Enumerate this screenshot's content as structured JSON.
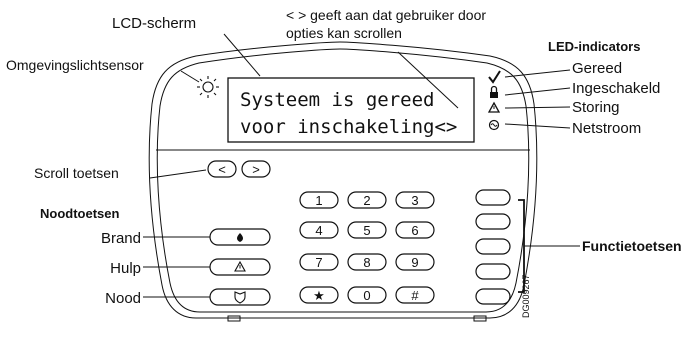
{
  "callouts": {
    "lcd_screen": "LCD-scherm",
    "scroll_hint_line1": "< > geeft aan dat gebruiker door",
    "scroll_hint_line2": "opties kan scrollen",
    "ambient_sensor": "Omgevingslichtsensor",
    "led_indicators_title": "LED-indicators",
    "led_ready": "Gereed",
    "led_armed": "Ingeschakeld",
    "led_trouble": "Storing",
    "led_ac_power": "Netstroom",
    "scroll_keys": "Scroll toetsen",
    "emergency_keys_title": "Noodtoetsen",
    "emergency_fire": "Brand",
    "emergency_aux": "Hulp",
    "emergency_panic": "Nood",
    "function_keys": "Functietoetsen",
    "doc_code": "DG009267"
  },
  "lcd": {
    "line1": "Systeem is gereed",
    "line2": "voor inschakeling<>"
  },
  "keypad": {
    "scroll_left": "<",
    "scroll_right": ">",
    "row1": [
      "1",
      "2",
      "3"
    ],
    "row2": [
      "4",
      "5",
      "6"
    ],
    "row3": [
      "7",
      "8",
      "9"
    ],
    "row4": [
      "★",
      "0",
      "#"
    ]
  },
  "icons": {
    "ambient_sensor": "sun-icon",
    "led_ready": "checkmark-icon",
    "led_armed": "lock-icon",
    "led_trouble": "warning-triangle-icon",
    "led_ac_power": "ac-power-icon",
    "fire_key": "flame-icon",
    "aux_key": "warning-triangle-icon",
    "panic_key": "shield-icon"
  }
}
